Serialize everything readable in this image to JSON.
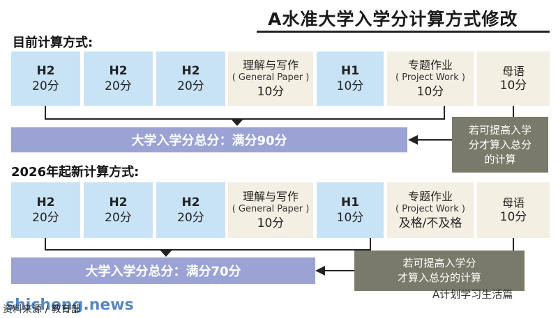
{
  "title": "A水准大学入学分计算方式修改",
  "current": {
    "heading": "目前计算方式:",
    "subjects": [
      {
        "grade": "H2",
        "points": "20分"
      },
      {
        "grade": "H2",
        "points": "20分"
      },
      {
        "grade": "H2",
        "points": "20分"
      },
      {
        "label": "理解与写作",
        "sub": "( General Paper )",
        "points": "10分"
      },
      {
        "grade": "H1",
        "points": "10分"
      },
      {
        "label": "专题作业",
        "sub": "( Project Work )",
        "points": "10分"
      },
      {
        "label": "母语",
        "points": "10分"
      }
    ],
    "total": "大学入学分总分：满分90分",
    "note": [
      "若可提高入学",
      "分才算入总分",
      "的计算"
    ]
  },
  "new": {
    "heading": "2026年起新计算方式:",
    "subjects": [
      {
        "grade": "H2",
        "points": "20分"
      },
      {
        "grade": "H2",
        "points": "20分"
      },
      {
        "grade": "H2",
        "points": "20分"
      },
      {
        "label": "理解与写作",
        "sub": "( General Paper )",
        "points": "10分"
      },
      {
        "grade": "H1",
        "points": "10分"
      },
      {
        "label": "专题作业",
        "sub": "( Project Work )",
        "points": "及格/不及格"
      },
      {
        "label": "母语",
        "points": "10分"
      }
    ],
    "total": "大学入学分总分：满分70分",
    "note": [
      "若可提高入学分",
      "才算入总分的计算"
    ]
  },
  "footer": {
    "source": "资料来源 / 教育部",
    "watermark": "shicheng.news",
    "watermark2": "A计划学习生活篇"
  }
}
